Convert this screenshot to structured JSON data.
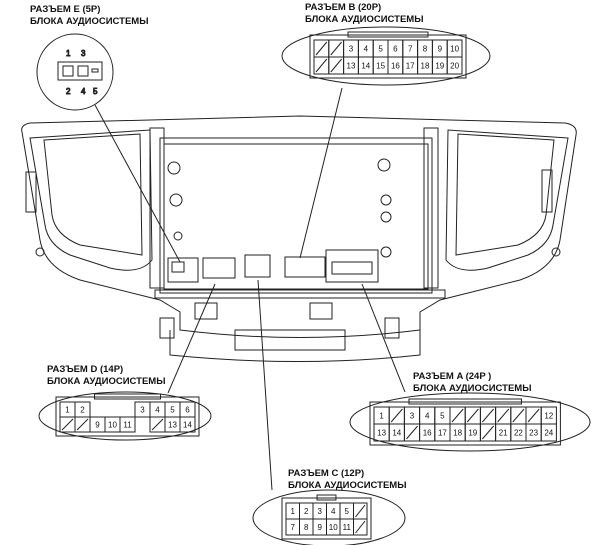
{
  "connectors": {
    "E": {
      "title": "РАЗЪЕМ E (5P)",
      "subtitle": "БЛОКА АУДИОСИСТЕМЫ",
      "pins_top": [
        "1",
        "3"
      ],
      "pins_bottom": [
        "2",
        "4",
        "5"
      ]
    },
    "B": {
      "title": "РАЗЪЕМ B (20P)",
      "subtitle": "БЛОКА АУДИОСИСТЕМЫ",
      "row1": [
        "/",
        "/",
        "3",
        "4",
        "5",
        "6",
        "7",
        "8",
        "9",
        "10"
      ],
      "row2": [
        "/",
        "/",
        "13",
        "14",
        "15",
        "16",
        "17",
        "18",
        "19",
        "20"
      ]
    },
    "D": {
      "title": "РАЗЪЕМ D (14P)",
      "subtitle": "БЛОКА АУДИОСИСТЕМЫ",
      "row1": [
        "1",
        "2",
        "",
        "",
        "",
        "3",
        "4",
        "5",
        "6"
      ],
      "row2": [
        "/",
        "/",
        "9",
        "10",
        "11",
        "",
        "/",
        "13",
        "14"
      ]
    },
    "A": {
      "title": "РАЗЪЕМ A (24P )",
      "subtitle": "БЛОКА АУДИОСИСТЕМЫ",
      "row1": [
        "1",
        "/",
        "3",
        "4",
        "5",
        "/",
        "/",
        "/",
        "/",
        "/",
        "/",
        "12"
      ],
      "row2": [
        "13",
        "14",
        "/",
        "16",
        "17",
        "18",
        "19",
        "/",
        "21",
        "22",
        "23",
        "24"
      ]
    },
    "C": {
      "title": "РАЗЪЕМ C (12P)",
      "subtitle": "БЛОКА АУДИОСИСТЕМЫ",
      "row1": [
        "1",
        "2",
        "3",
        "4",
        "5",
        "/"
      ],
      "row2": [
        "7",
        "8",
        "9",
        "10",
        "11",
        "/"
      ]
    }
  }
}
